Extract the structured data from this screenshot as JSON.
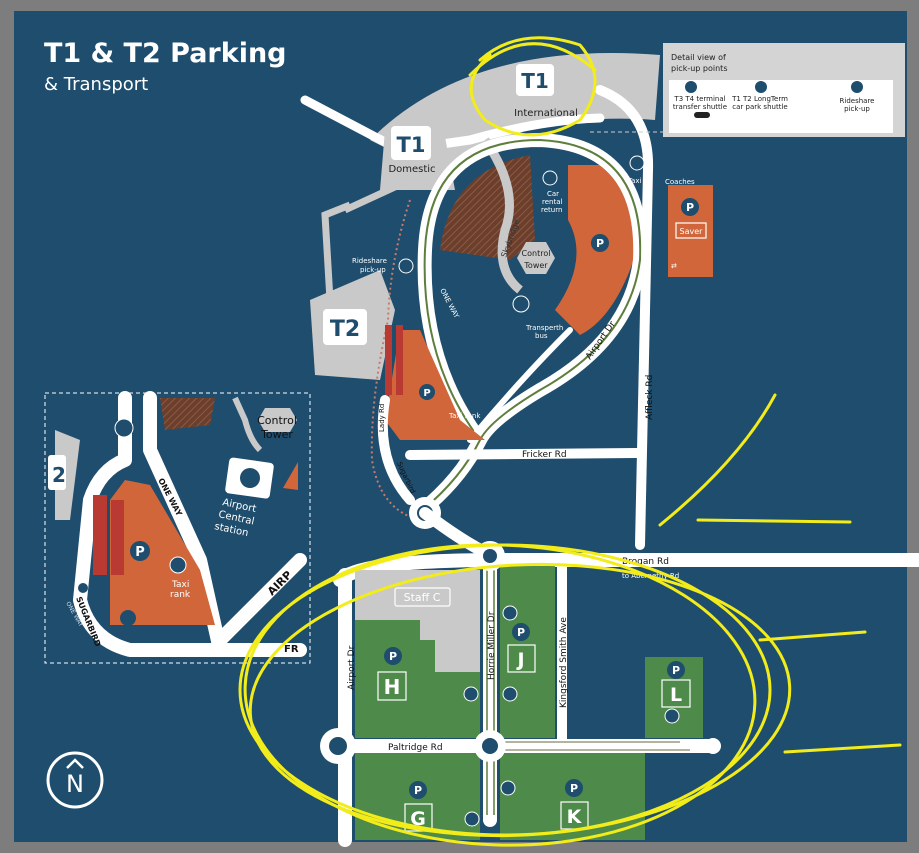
{
  "title": {
    "main": "T1 & T2 Parking",
    "sub": "& Transport"
  },
  "colors": {
    "background": "#1f4d6d",
    "parking_orange": "#d1663a",
    "parking_green": "#4e8a4a",
    "building_gray": "#c9c9c9",
    "annotation_yellow": "#f2ec1a"
  },
  "legend": {
    "title_line1": "Detail view of",
    "title_line2": "pick-up points",
    "items": [
      {
        "line1": "T3 T4 terminal",
        "line2": "transfer shuttle",
        "icon": "bus-icon"
      },
      {
        "line1": "T1 T2 LongTerm",
        "line2": "car park shuttle",
        "icon": "bus-icon"
      },
      {
        "line1": "Rideshare",
        "line2": "pick-up",
        "icon": "phone-icon"
      }
    ]
  },
  "terminals": {
    "t1_intl": {
      "badge": "T1",
      "label": "International"
    },
    "t1_dom": {
      "badge": "T1",
      "label": "Domestic"
    },
    "t2": {
      "badge": "T2"
    }
  },
  "labels": {
    "control_tower_1": "Control",
    "control_tower_2": "Tower",
    "car_rental_1": "Car",
    "car_rental_2": "rental",
    "car_rental_3": "return",
    "taxi_1": "Taxi",
    "taxi_2": "rank",
    "coaches": "Coaches",
    "saver": "Saver",
    "skybridge": "Skybridge",
    "rideshare_1": "Rideshare",
    "rideshare_2": "pick-up",
    "transperth_1": "Transperth",
    "transperth_2": "bus",
    "one_way": "ONE WAY",
    "taxi_rank": "Taxi rank",
    "staff_c": "Staff C",
    "parking": "P"
  },
  "roads": {
    "airport_dr": "Airport Dr",
    "affleck_rd": "Affleck Rd",
    "fricker_rd": "Fricker Rd",
    "lady_rd": "Lady Rd",
    "sugarbird": "Sugarbird",
    "brogan_rd": "Brogan Rd",
    "abernethy": "to Abernethy Rd",
    "horrie_miller": "Horrie Miller Dr",
    "kingsford_smith": "Kingsford Smith Ave",
    "paltridge": "Paltridge Rd"
  },
  "car_parks": [
    "H",
    "J",
    "G",
    "K",
    "L"
  ],
  "inset": {
    "control_1": "Control",
    "control_2": "Tower",
    "station_1": "Airport",
    "station_2": "Central",
    "station_3": "station",
    "one_way": "ONE WAY",
    "taxi_1": "Taxi",
    "taxi_2": "rank",
    "sugarbird": "SUGARBIRD",
    "airport": "AIRP",
    "fr": "FR",
    "t2_fragment": "2",
    "small_one_way": "ONE WAY"
  },
  "compass": {
    "letter": "N"
  }
}
